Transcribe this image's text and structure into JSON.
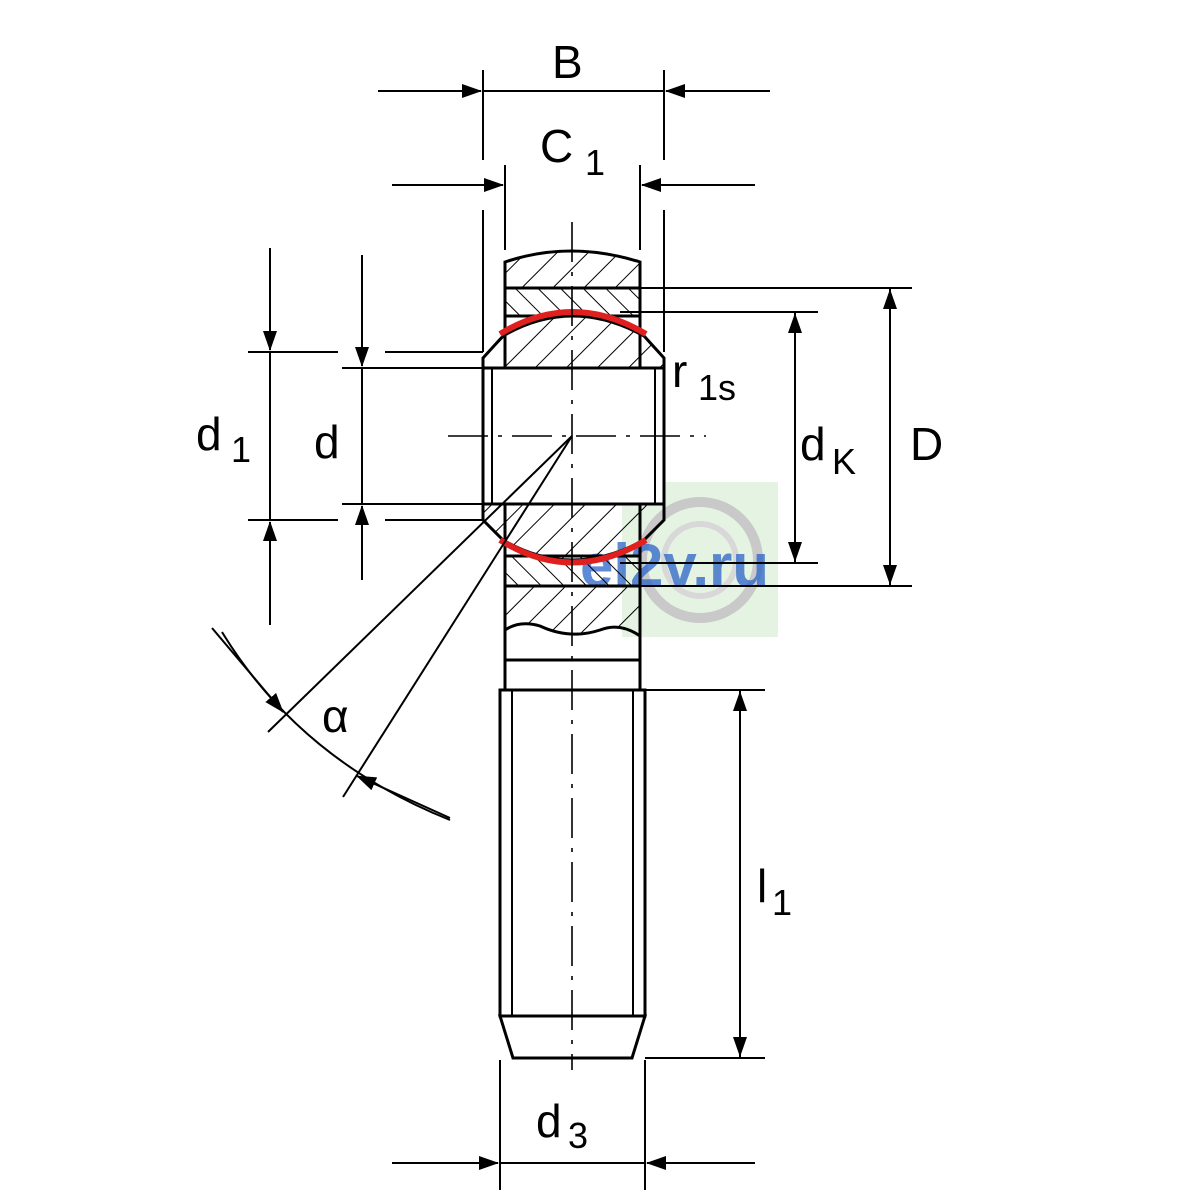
{
  "labels": {
    "B": "B",
    "C": "C",
    "C_sub": "1",
    "d1": "d",
    "d1_sub": "1",
    "d": "d",
    "r": "r",
    "r_sub": "1s",
    "dK": "d",
    "dK_sub": "K",
    "D": "D",
    "alpha": "α",
    "l": "l",
    "l_sub": "1",
    "d3": "d",
    "d3_sub": "3"
  },
  "watermark": {
    "text": "el2v.ru"
  },
  "colors": {
    "line": "#000000",
    "highlight": "#e0201e",
    "watermark": "#2a63c8",
    "watermark_bg": "#dff0dc"
  }
}
